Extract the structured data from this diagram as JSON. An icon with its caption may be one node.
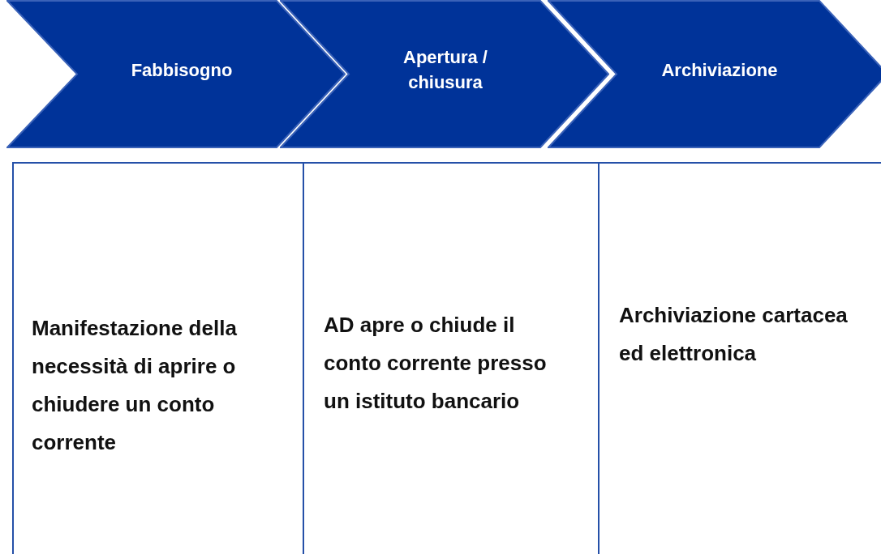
{
  "diagram": {
    "nodes": [
      {
        "text": [
          "Fabbisogno"
        ]
      },
      {
        "text": [
          "Apertura / chiusura"
        ]
      },
      {
        "text": [
          "Archiviazione"
        ]
      },
      {
        "text": [
          "Manifestazione della necessità di aprire o chiudere un conto corrente"
        ]
      },
      {
        "text": [
          "AD apre o chiude il conto corrente presso un istituto bancario"
        ]
      },
      {
        "text": [
          "Archiviazione cartacea ed elettronica"
        ]
      }
    ],
    "edges": []
  }
}
